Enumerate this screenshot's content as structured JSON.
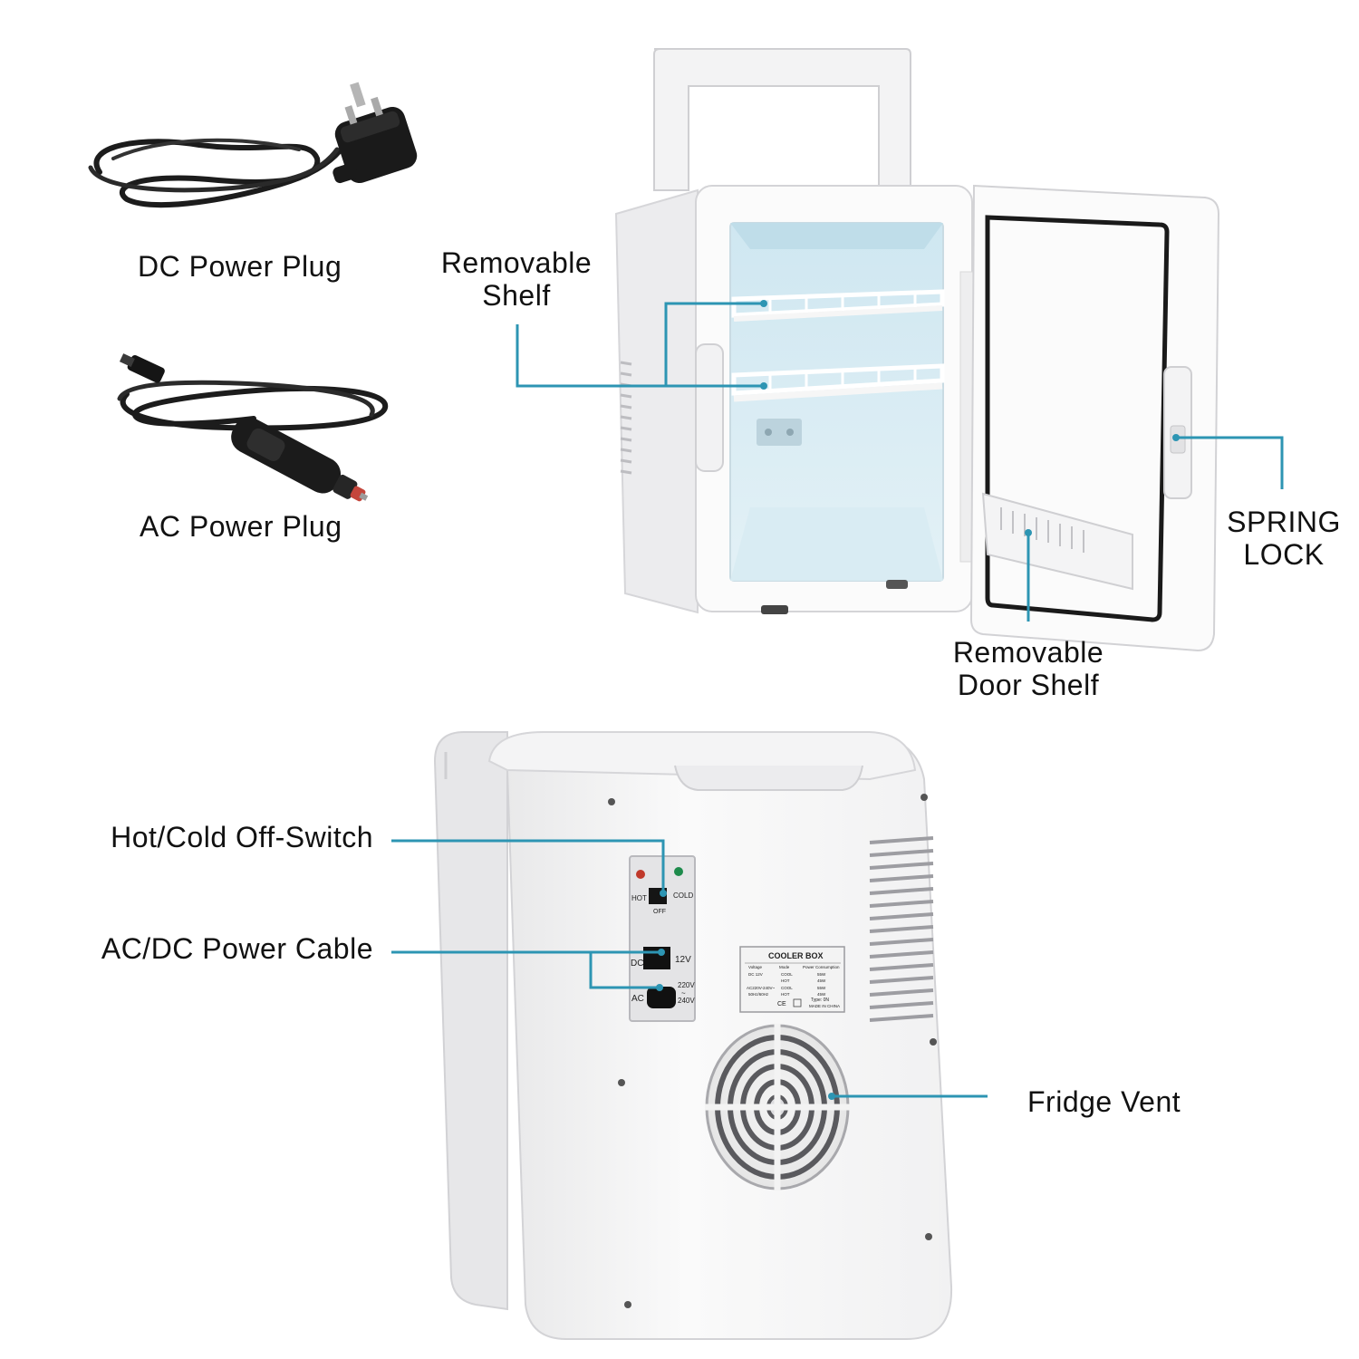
{
  "accent_color": "#2d95b3",
  "labels": {
    "dc_power_plug": "DC Power Plug",
    "ac_power_plug": "AC Power Plug",
    "removable_shelf": [
      "Removable",
      "Shelf"
    ],
    "spring_lock": [
      "SPRING",
      "LOCK"
    ],
    "removable_door_shelf": [
      "Removable",
      "Door Shelf"
    ],
    "hot_cold_switch": "Hot/Cold Off-Switch",
    "ac_dc_cable": "AC/DC Power Cable",
    "fridge_vent": "Fridge Vent"
  },
  "back_panel": {
    "hot": "HOT",
    "cold": "COLD",
    "off": "OFF",
    "dc": "DC",
    "ac": "AC",
    "v12": "12V",
    "v220": "220V",
    "v240": "240V",
    "tilde": "~"
  },
  "rating_plate": {
    "title": "COOLER BOX",
    "rows": [
      [
        "Voltage",
        "Mode",
        "Power Consumption"
      ],
      [
        "DC 12V",
        "COOL",
        "55W"
      ],
      [
        "",
        "HOT",
        "45W"
      ],
      [
        "AC220V-240V~",
        "COOL",
        "55W"
      ],
      [
        "50Hz/60Hz",
        "HOT",
        "45W"
      ]
    ],
    "type": "Type: 0N",
    "made_in": "MADE IN CHINA",
    "ce": "CE"
  }
}
